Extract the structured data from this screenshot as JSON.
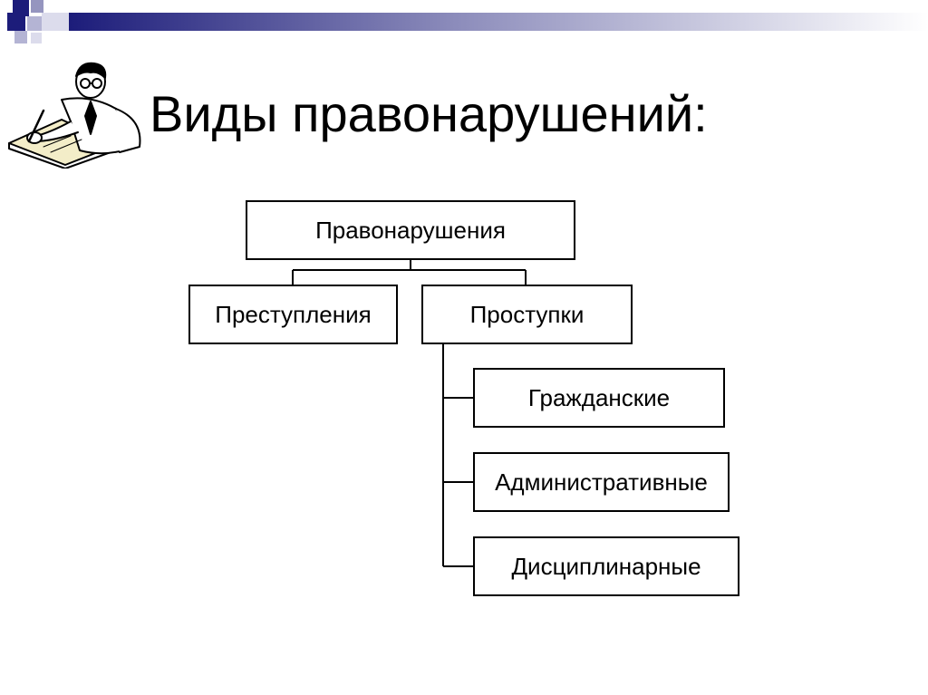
{
  "slide": {
    "title": "Виды правонарушений:"
  },
  "diagram": {
    "root": "Правонарушения",
    "crimes": "Преступления",
    "misdemeanors": "Проступки",
    "misdemeanor_types": [
      "Гражданские",
      "Административные",
      "Дисциплинарные"
    ]
  },
  "colors": {
    "header_dark": "#1c1c7a",
    "header_mid": "#9595bf",
    "header_light": "#dcdcec",
    "box_border": "#000000",
    "text": "#000000"
  },
  "icons": {
    "illustration": "scholar-writing-icon"
  }
}
